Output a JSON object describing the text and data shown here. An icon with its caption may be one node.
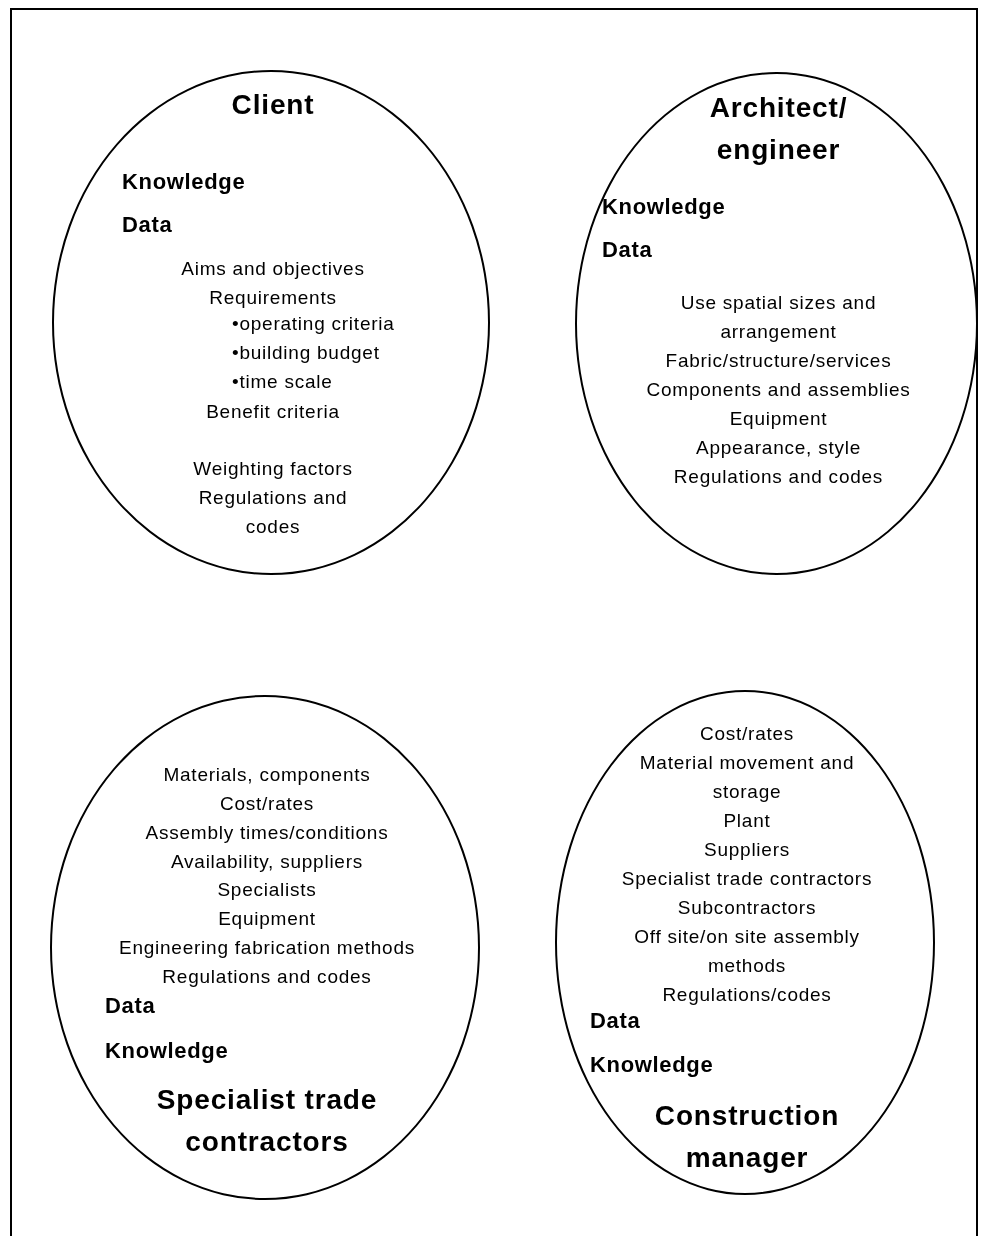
{
  "diagram": {
    "nodes": [
      {
        "text": [
          "Client",
          "Knowledge",
          "Data",
          "Aims and objectives",
          "Requirements",
          "•operating criteria",
          "•building budget",
          "•time scale",
          "Benefit criteria",
          "Weighting factors",
          "Regulations and codes"
        ]
      },
      {
        "text": [
          "Architect/ engineer",
          "Knowledge",
          "Data",
          "Use spatial sizes and arrangement",
          "Fabric/structure/services",
          "Components and assemblies",
          "Equipment",
          "Appearance, style",
          "Regulations and codes"
        ]
      },
      {
        "text": [
          "Materials, components",
          "Cost/rates",
          "Assembly times/conditions",
          "Availability, suppliers",
          "Specialists",
          "Equipment",
          "Engineering fabrication methods",
          "Regulations and codes",
          "Data",
          "Knowledge",
          "Specialist trade contractors"
        ]
      },
      {
        "text": [
          "Cost/rates",
          "Material movement and storage",
          "Plant",
          "Suppliers",
          "Specialist trade contractors",
          "Subcontractors",
          "Off site/on site assembly methods",
          "Regulations/codes",
          "Data",
          "Knowledge",
          "Construction manager"
        ]
      }
    ]
  }
}
